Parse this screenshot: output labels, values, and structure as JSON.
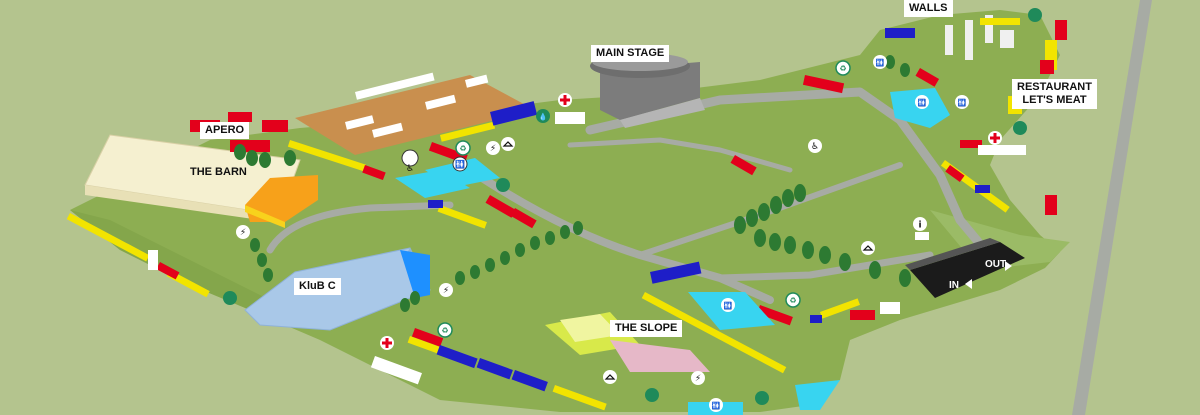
{
  "labels": {
    "walls": "WALLS",
    "main_stage": "MAIN STAGE",
    "restaurant_line1": "RESTAURANT",
    "restaurant_line2": "LET'S MEAT",
    "apero": "APERO",
    "the_barn": "THE BARN",
    "klub_c": "KluB C",
    "the_slope": "THE SLOPE",
    "gate_in": "IN",
    "gate_out": "OUT"
  },
  "colors": {
    "background": "#b4c48e",
    "terrain": "#8dae52",
    "path": "#a7aba4",
    "booth_yellow": "#f2e400",
    "booth_red": "#e3001b",
    "booth_blue": "#1e1ec8",
    "water_cyan": "#38d4f0",
    "marker_green": "#1f8a5a",
    "barn": "#f5f0d0",
    "klub_c_tent": "#a9c8e8",
    "gate_building": "#1b1b1b",
    "tree": "#2d7a32"
  },
  "legend_icons": [
    "toilet-icon",
    "recycling-icon",
    "first-aid-icon",
    "charging-icon",
    "accessible-icon",
    "information-icon",
    "cloakroom-icon",
    "drinking-water-icon"
  ]
}
